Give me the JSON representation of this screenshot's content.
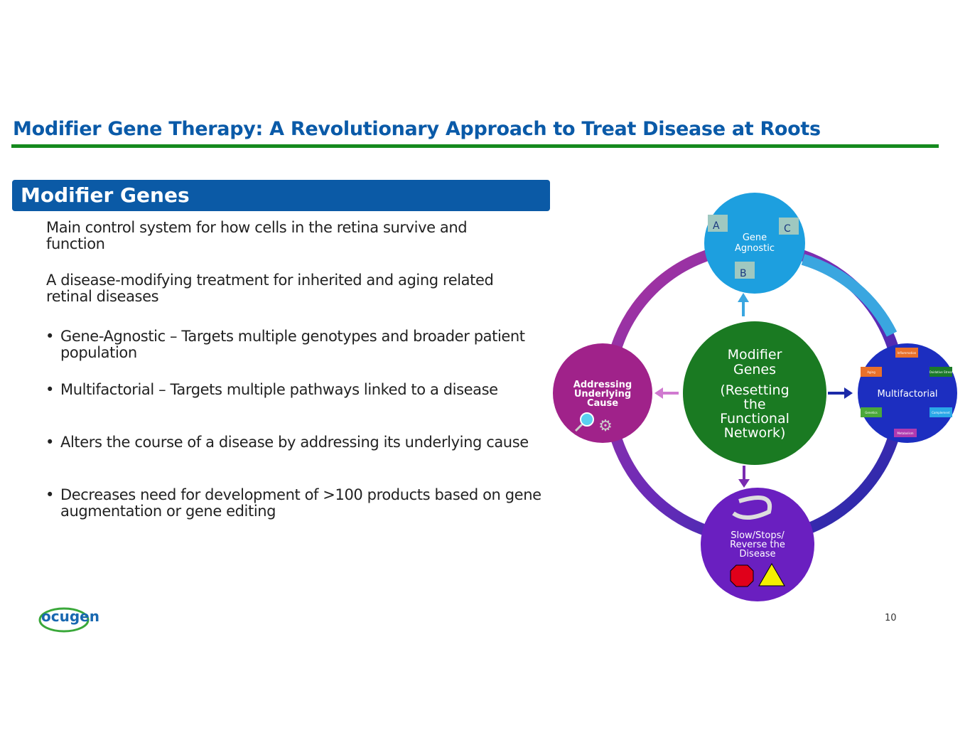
{
  "title": "Modifier Gene Therapy: A Revolutionary Approach to Treat Disease at Roots",
  "section_header": "Modifier Genes",
  "paragraphs": [
    "Main control system for how cells in the retina survive and function",
    "A disease-modifying treatment for inherited and aging related retinal diseases"
  ],
  "bullets": [
    "Gene-Agnostic – Targets multiple genotypes and broader patient population",
    "Multifactorial – Targets multiple pathways linked to a disease",
    "Alters the course of a disease by addressing its underlying cause",
    "Decreases need for development of >100 products based on gene augmentation or gene editing"
  ],
  "diagram": {
    "center": {
      "line1": "Modifier",
      "line2": "Genes",
      "line3": "(Resetting",
      "line4": "the",
      "line5": "Functional",
      "line6": "Network)"
    },
    "top": {
      "line1": "Gene",
      "line2": "Agnostic",
      "labels": [
        "A",
        "B",
        "C"
      ]
    },
    "right": {
      "label": "Multifactorial",
      "factors": [
        "Inflammation",
        "Oxidative Stress",
        "Complement",
        "Metabolism",
        "Genetics",
        "Aging"
      ]
    },
    "bottom": {
      "line1": "Slow/Stops/",
      "line2": "Reverse the",
      "line3": "Disease"
    },
    "left": {
      "line1": "Addressing",
      "line2": "Underlying",
      "line3": "Cause"
    }
  },
  "logo": "ocugen",
  "page_number": "10"
}
